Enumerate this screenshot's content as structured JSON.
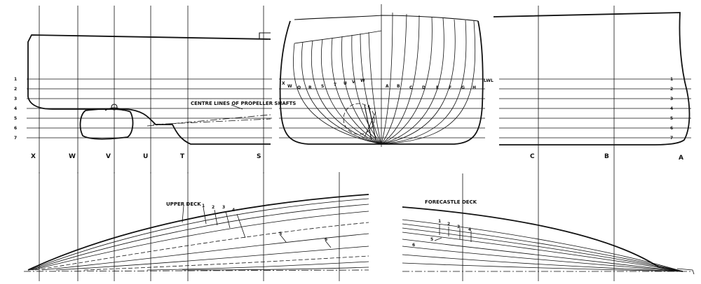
{
  "profile_aft": {
    "station_labels": [
      "X",
      "W",
      "V",
      "U",
      "T",
      "S"
    ],
    "waterline_labels": [
      "1",
      "2",
      "3",
      "4",
      "5",
      "6",
      "7"
    ],
    "annotation": "CENTRE LINES OF PROPELLER SHAFTS"
  },
  "body_plan": {
    "aft_letters": [
      "X",
      "W",
      "Q",
      "R",
      "S",
      "T",
      "U",
      "V",
      "W"
    ],
    "fwd_letters": [
      "A",
      "B",
      "C",
      "D",
      "E",
      "F",
      "G",
      "H"
    ],
    "lwl_label": "LWL"
  },
  "profile_fwd": {
    "station_labels": [
      "C",
      "B",
      "A"
    ],
    "waterline_labels": [
      "1",
      "2",
      "3",
      "4",
      "5",
      "6",
      "7"
    ]
  },
  "plan_aft": {
    "deck_label": "UPPER DECK",
    "line_labels": [
      "1",
      "2",
      "3",
      "4",
      "5",
      "6"
    ]
  },
  "plan_fwd": {
    "deck_label": "FORECASTLE DECK",
    "line_labels": [
      "1",
      "2",
      "3",
      "4",
      "5",
      "6"
    ]
  }
}
